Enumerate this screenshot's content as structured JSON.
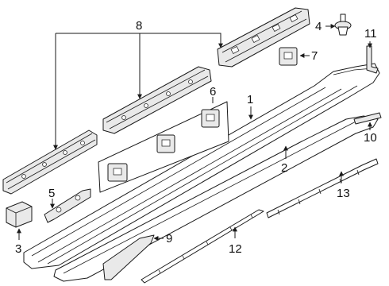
{
  "callouts": {
    "1": "1",
    "2": "2",
    "3": "3",
    "4": "4",
    "5": "5",
    "6": "6",
    "7": "7",
    "8": "8",
    "9": "9",
    "10": "10",
    "11": "11",
    "12": "12",
    "13": "13"
  }
}
